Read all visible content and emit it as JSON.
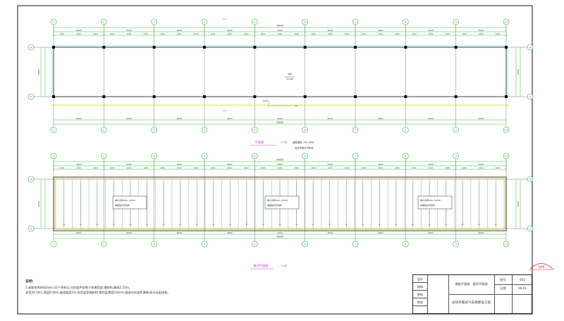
{
  "axes": {
    "numbers": [
      "1",
      "2",
      "3",
      "4",
      "5",
      "6",
      "7",
      "8",
      "9",
      "10"
    ],
    "letters": [
      "B",
      "A"
    ]
  },
  "plan_top": {
    "total_dim": "39000",
    "bay_dim": "4000",
    "depth_dim": "9000",
    "spot_label": "地坪",
    "spot_value": "±0.000",
    "callout_a": "1200",
    "callout_b": "500",
    "title": "平面图",
    "scale": "1:100",
    "note_line1": "建筑面积:  351.00m²",
    "note_line2": "光伏开敞式汽车库"
  },
  "plan_bottom": {
    "total_dim": "39000",
    "bay_dim": "4000",
    "depth_dim": "9000",
    "panel_label_line1": "单片功率445~455W",
    "panel_label_line2": "单晶硅光伏组件",
    "title": "屋顶平面图",
    "scale": "1:100"
  },
  "notes": {
    "heading": "说明:",
    "line1": "1.本图车库采用4x8=32个停车位,光伏组件安装于车棚顶部,钢结构,檐高2.25m。",
    "line2": "长度39.50m,宽度9.00m,屋面坡度1%,采用轻型钢结构,镀锌层厚度0.8mm,屋面光伏组件满铺,雨水自由排放。"
  },
  "stamp_label": "注册章",
  "title_block": {
    "labels": [
      "设计",
      "校核",
      "审核",
      "审定"
    ],
    "drawing_name": "建筑平面图、屋顶平面图",
    "project_name": "光伏开敞式汽车库建设工程",
    "sheet_no_label": "图号",
    "sheet_no": "002",
    "date_label": "日期",
    "date": "06.01"
  }
}
